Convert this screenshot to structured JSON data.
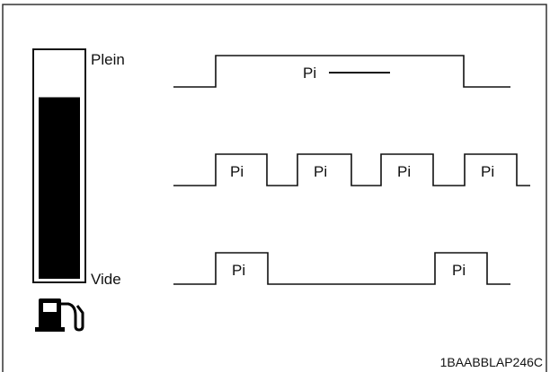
{
  "gauge": {
    "full_label": "Plein",
    "empty_label": "Vide",
    "fill_fraction": 0.81,
    "icon": "fuel-pump-icon"
  },
  "signals": [
    {
      "pulse_label": "Pi"
    },
    {
      "pulse_label": "Pi"
    },
    {
      "pulse_label": "Pi"
    }
  ],
  "code": "1BAABBLAP246C",
  "colors": {
    "line": "#111111",
    "frame": "#333333",
    "background": "#ffffff"
  }
}
